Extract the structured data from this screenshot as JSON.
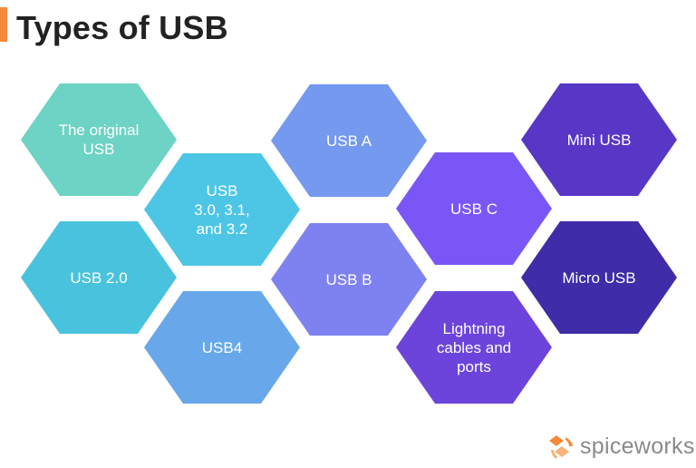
{
  "title": "Types of USB",
  "hexagons": [
    {
      "id": "the-original-usb",
      "label": "The original\nUSB",
      "color": "#6dd3c4"
    },
    {
      "id": "usb-2-0",
      "label": "USB 2.0",
      "color": "#49c3dd"
    },
    {
      "id": "usb-3",
      "label": "USB\n3.0, 3.1,\nand 3.2",
      "color": "#4dc6e6"
    },
    {
      "id": "usb4",
      "label": "USB4",
      "color": "#68a8ea"
    },
    {
      "id": "usb-a",
      "label": "USB A",
      "color": "#7499ee"
    },
    {
      "id": "usb-b",
      "label": "USB B",
      "color": "#7e82f1"
    },
    {
      "id": "usb-c",
      "label": "USB C",
      "color": "#7b56f7"
    },
    {
      "id": "lightning",
      "label": "Lightning\ncables and\nports",
      "color": "#6c44dc"
    },
    {
      "id": "mini-usb",
      "label": "Mini USB",
      "color": "#5836c6"
    },
    {
      "id": "micro-usb",
      "label": "Micro USB",
      "color": "#3e2ca8"
    }
  ],
  "logo": {
    "text": "spiceworks",
    "accent_color": "#f58a3c"
  }
}
